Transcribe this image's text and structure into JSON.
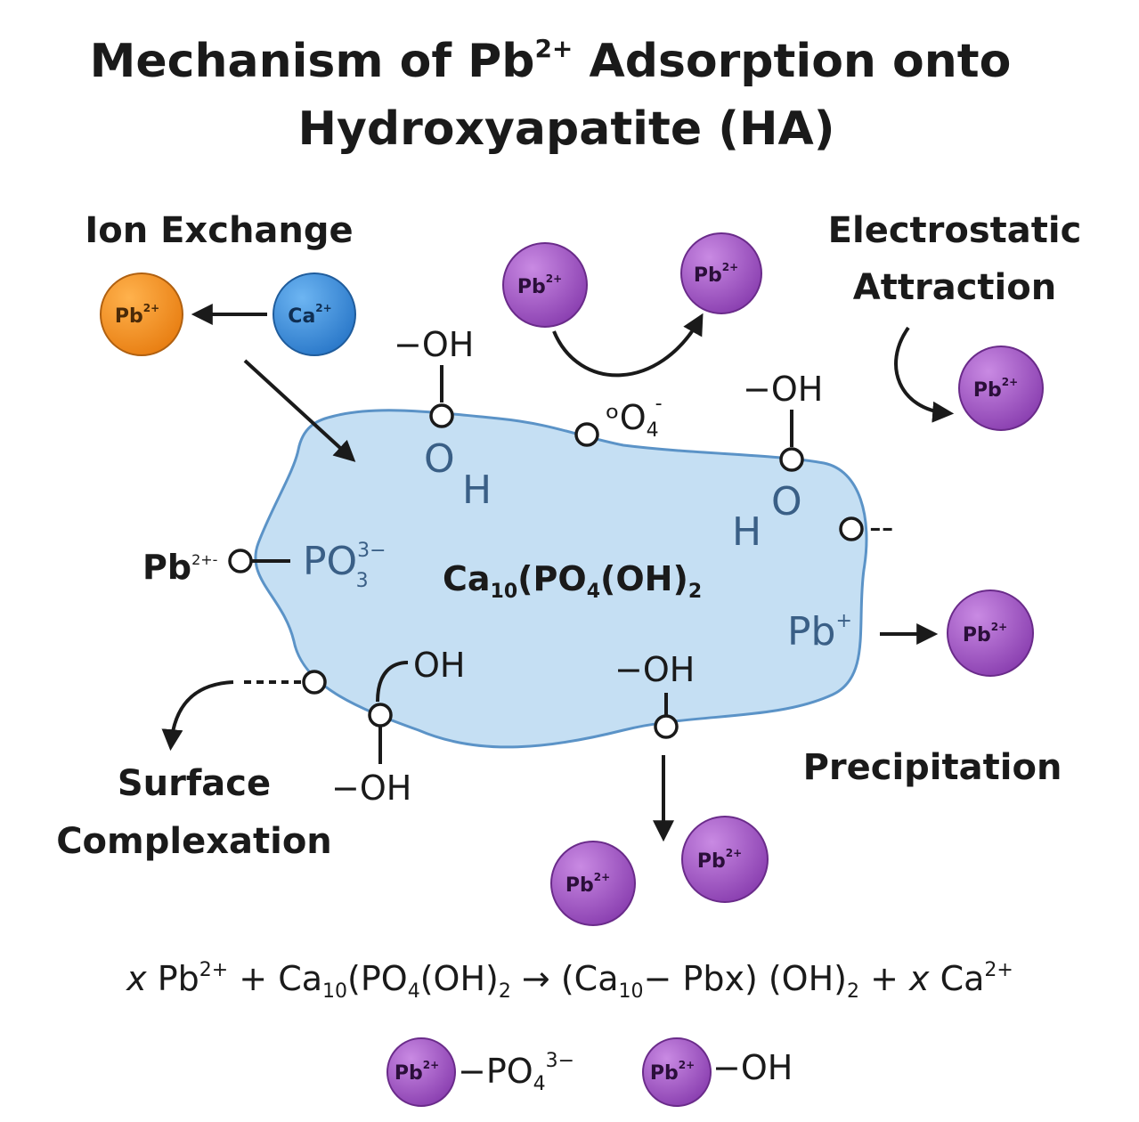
{
  "title": {
    "line1_prefix": "Mechanism of Pb",
    "line1_sup": "2+",
    "line1_suffix": " Adsorption onto",
    "line2": "Hydroxyapatite (HA)"
  },
  "labels": {
    "ion_exchange": "Ion Exchange",
    "electrostatic_1": "Electrostatic",
    "electrostatic_2": "Attraction",
    "surface_1": "Surface",
    "surface_2": "Complexation",
    "precipitation": "Precipitation"
  },
  "ions": {
    "pb": "Pb",
    "ca": "Ca",
    "charge": "2+"
  },
  "colors": {
    "pb_ion": "#9b4fbf",
    "pb_ion_exchange": "#f2901e",
    "ca_ion": "#3b8fdd",
    "ha_particle": "#c5dff3",
    "ha_border": "#5b93c7"
  },
  "groups": {
    "oh": "OH",
    "oh_dash": "−OH",
    "oh_top": "−OH",
    "o": "O",
    "h": "H",
    "po4_prefix": "ᵒO",
    "po4_num": "4",
    "po4_charge": "-",
    "pb_left": "Pb",
    "pb_left_sup": "2+-",
    "po3": "PO",
    "po3_sup": "3−",
    "po3_sub": "3",
    "pb_plus": "Pb",
    "pb_plus_sup": "+",
    "dashes": "--"
  },
  "formula": {
    "ca": "Ca",
    "ca_sub": "10",
    "po": "(PO",
    "po_sub": "4",
    "oh": "(OH)",
    "oh_sub": "2"
  },
  "equation": {
    "x1": "x",
    "pb": " Pb",
    "pb_sup": "2+",
    "plus1": " + Ca",
    "ca_sub": "10",
    "po": "(PO",
    "po_sub": "4",
    "oh": "(OH)",
    "oh_sub": "2",
    "arrow": " → (Ca",
    "ca_sub2": "10",
    "pbx": "− Pbx) (OH)",
    "oh_sub2": "2",
    "plus2": " + ",
    "x2": "x",
    "ca2": " Ca",
    "ca2_sup": "2+"
  },
  "legend": {
    "po4": "−PO",
    "po4_sub": "4",
    "po4_sup": "3−",
    "oh": "−OH"
  }
}
